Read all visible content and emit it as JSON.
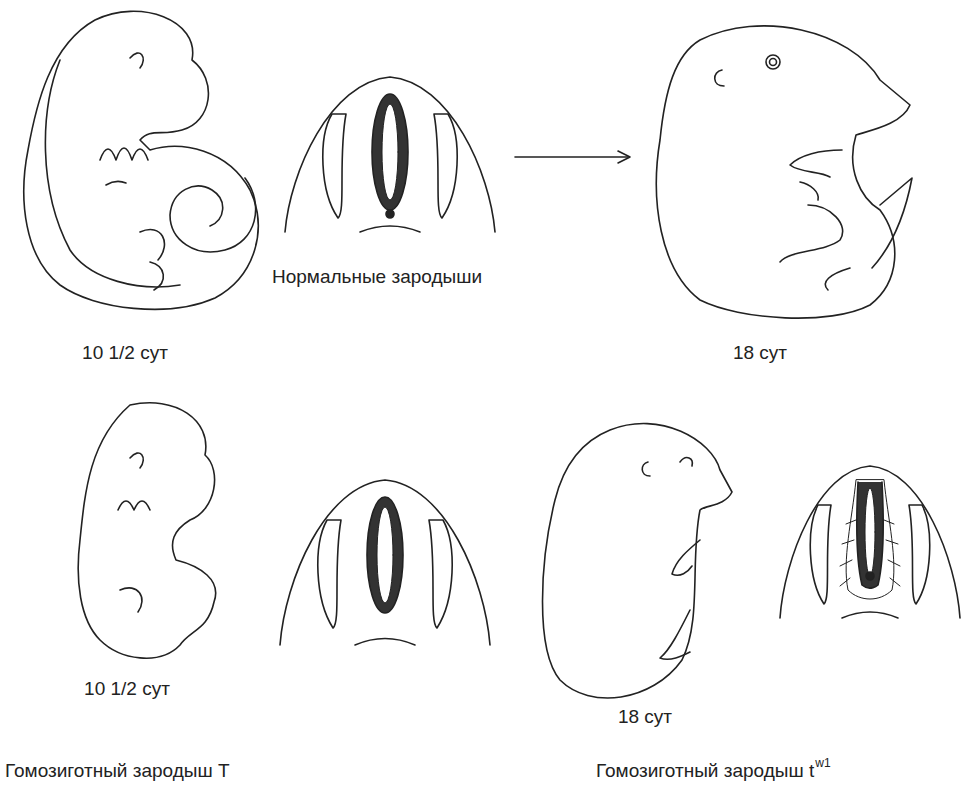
{
  "diagram": {
    "labels": [
      "10 1/2 сут",
      "Нормальные зародыши",
      "18 сут",
      "10 1/2 сут",
      "18 сут",
      "Гомозиготный зародыш T",
      "Гомозиготный зародыш t",
      "w1"
    ]
  }
}
